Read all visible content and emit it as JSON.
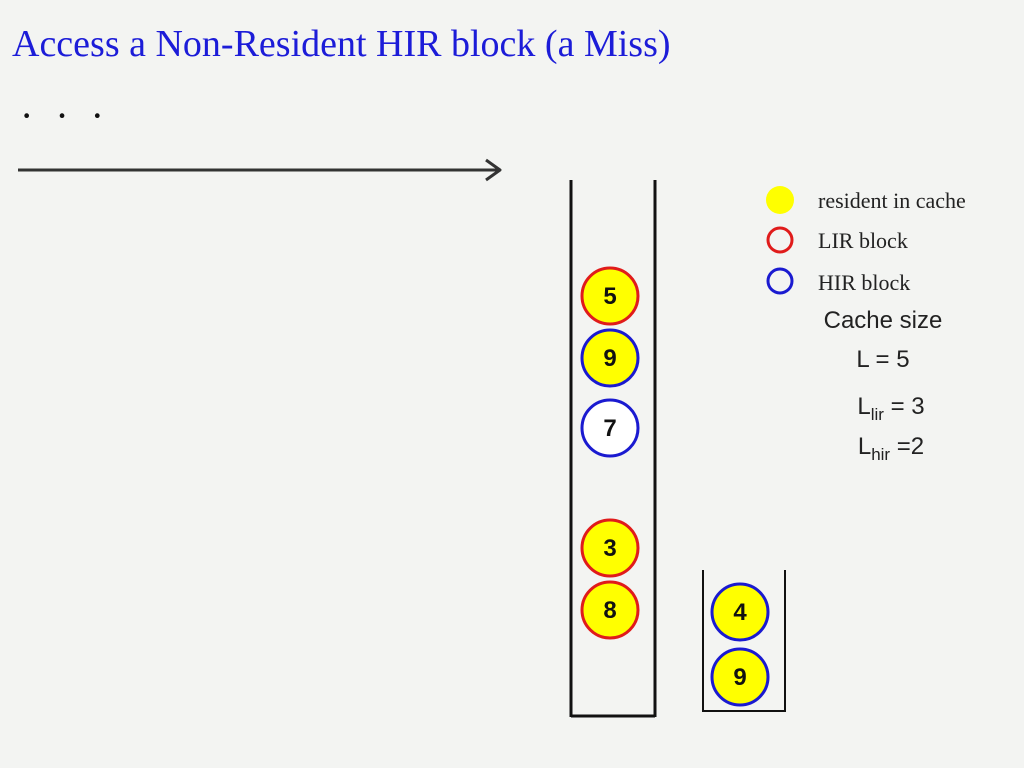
{
  "title": "Access a Non-Resident HIR block (a Miss)",
  "ellipsis": "· · ·",
  "colors": {
    "title": "#1c1cd8",
    "resident_fill": "#ffff00",
    "lir_ring": "#e01b1b",
    "hir_ring": "#1a1ad0",
    "non_resident_fill": "#ffffff"
  },
  "legend": {
    "resident": "resident in cache",
    "lir": "LIR block",
    "hir": "HIR block"
  },
  "params": {
    "cache_size_label": "Cache size",
    "l_total": "L = 5",
    "l_lir_base": "L",
    "l_lir_sub": "lir",
    "l_lir_value": " = 3",
    "l_hir_base": "L",
    "l_hir_sub": "hir",
    "l_hir_value": " =2"
  },
  "stack_s": [
    {
      "label": "5",
      "status": "LIR",
      "resident": true
    },
    {
      "label": "9",
      "status": "HIR",
      "resident": true
    },
    {
      "label": "7",
      "status": "HIR",
      "resident": false
    },
    {
      "label": "3",
      "status": "LIR",
      "resident": true
    },
    {
      "label": "8",
      "status": "LIR",
      "resident": true
    }
  ],
  "stack_q": [
    {
      "label": "4",
      "status": "HIR",
      "resident": true
    },
    {
      "label": "9",
      "status": "HIR",
      "resident": true
    }
  ]
}
